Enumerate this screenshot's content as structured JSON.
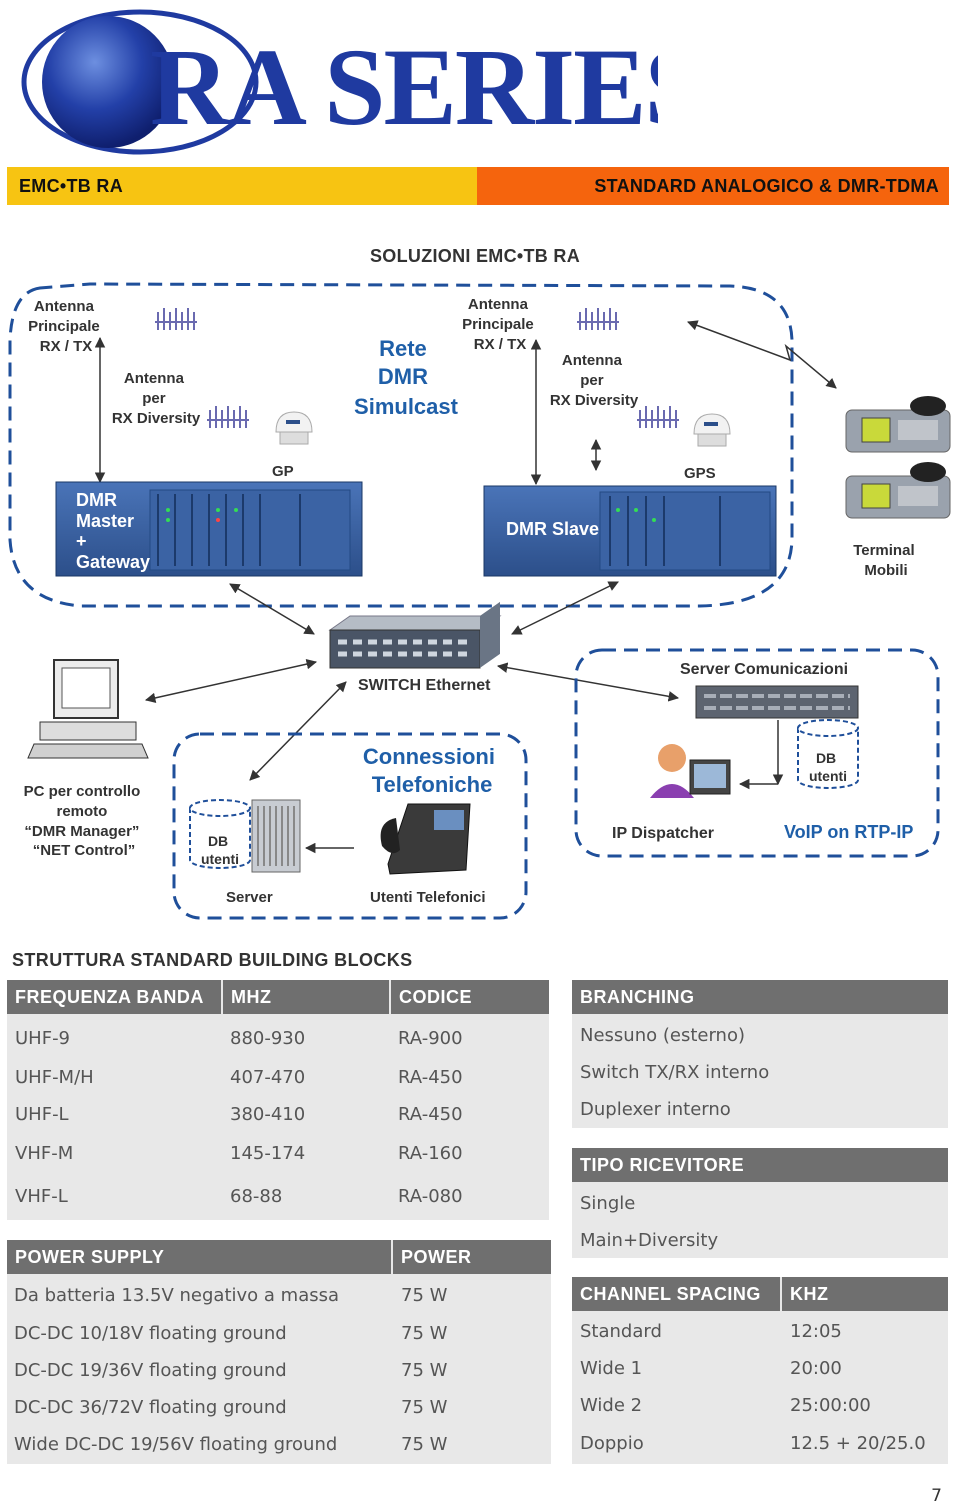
{
  "logo": {
    "text": "RA SERIES"
  },
  "band": {
    "left": "EMC•TB RA",
    "right": "STANDARD ANALOGICO & DMR-TDMA"
  },
  "solutions_title": "SOLUZIONI EMC•TB RA",
  "diagram": {
    "antenna_main_left": [
      "Antenna",
      "Principale",
      "RX / TX"
    ],
    "antenna_div_left": [
      "Antenna",
      "per",
      "RX Diversity"
    ],
    "gps_left": "GP",
    "rete": [
      "Rete",
      "DMR",
      "Simulcast"
    ],
    "antenna_main_right": [
      "Antenna",
      "Principale",
      "RX / TX"
    ],
    "antenna_div_right": [
      "Antenna",
      "per",
      "RX Diversity"
    ],
    "gps_right": "GPS",
    "dmr_master": [
      "DMR",
      "Master",
      "+",
      "Gateway"
    ],
    "dmr_slave": "DMR Slave",
    "terminal": [
      "Terminal",
      "Mobili"
    ],
    "switch": "SWITCH Ethernet",
    "server_com": "Server Comunicazioni",
    "db_utenti": [
      "DB",
      "utenti"
    ],
    "ip_dispatcher": "IP Dispatcher",
    "voip": "VoIP on RTP-IP",
    "pc": [
      "PC per controllo",
      "remoto",
      "“DMR Manager”",
      "“NET Control”"
    ],
    "connessioni": [
      "Connessioni",
      "Telefoniche"
    ],
    "server": "Server",
    "utenti_tel": "Utenti Telefonici"
  },
  "structure_title": "STRUTTURA STANDARD BUILDING BLOCKS",
  "freq_table": {
    "headers": [
      "FREQUENZA BANDA",
      "MHZ",
      "CODICE"
    ],
    "rows": [
      [
        "UHF-9",
        "880-930",
        "RA-900"
      ],
      [
        "UHF-M/H",
        "407-470",
        "RA-450"
      ],
      [
        "UHF-L",
        "380-410",
        "RA-450"
      ],
      [
        "VHF-M",
        "145-174",
        "RA-160"
      ],
      [
        "VHF-L",
        "68-88",
        "RA-080"
      ]
    ]
  },
  "power_table": {
    "headers": [
      "POWER SUPPLY",
      "POWER"
    ],
    "rows": [
      [
        "Da batteria 13.5V negativo a massa",
        "75 W"
      ],
      [
        "DC-DC 10/18V floating ground",
        "75 W"
      ],
      [
        "DC-DC 19/36V floating ground",
        "75 W"
      ],
      [
        "DC-DC 36/72V floating ground",
        "75 W"
      ],
      [
        "Wide DC-DC 19/56V floating ground",
        "75 W"
      ]
    ]
  },
  "branching_table": {
    "header": "BRANCHING",
    "rows": [
      "Nessuno (esterno)",
      "Switch TX/RX interno",
      "Duplexer interno"
    ]
  },
  "receiver_table": {
    "header": "TIPO RICEVITORE",
    "rows": [
      "Single",
      "Main+Diversity"
    ]
  },
  "channel_table": {
    "headers": [
      "CHANNEL SPACING",
      "KHZ"
    ],
    "rows": [
      [
        "Standard",
        "12:05"
      ],
      [
        "Wide 1",
        "20:00"
      ],
      [
        "Wide 2",
        "25:00:00"
      ],
      [
        "Doppio",
        "12.5 + 20/25.0"
      ]
    ]
  },
  "page_number": "7",
  "colors": {
    "yellow": "#f7c412",
    "orange": "#f5640d",
    "blue": "#1f5fa8",
    "header_gray": "#6f6f6f",
    "cell_gray": "#e8e8e8"
  }
}
